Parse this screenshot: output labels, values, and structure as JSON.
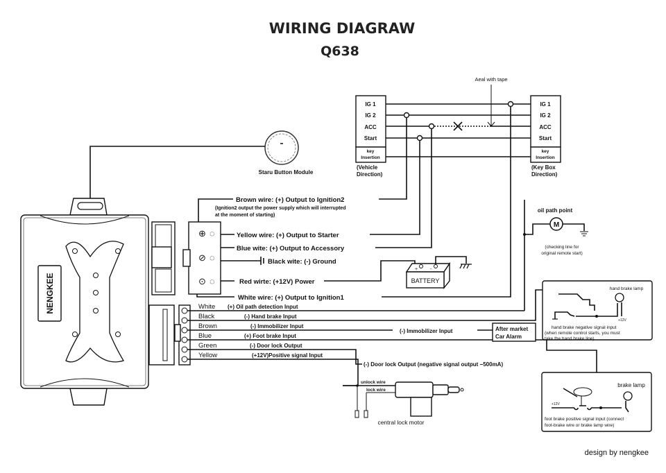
{
  "title": "WIRING   DIAGRAW",
  "model": "Q638",
  "credit": "design  by nengkee",
  "brand_label": "NENGKEE",
  "start_button": {
    "label": "Staru Button Module"
  },
  "ignition_switch": {
    "vehicle_side": {
      "terminals": [
        "IG 1",
        "IG 2",
        "ACC",
        "Start"
      ],
      "key_insertion": [
        "key",
        "Insertion"
      ],
      "caption": [
        "(Vehicle",
        "Direction)"
      ]
    },
    "key_box_side": {
      "terminals": [
        "IG 1",
        "IG 2",
        "ACC",
        "Start"
      ],
      "key_insertion": [
        "key",
        "Insertion"
      ],
      "caption": [
        "(Key Box",
        "Direction)"
      ]
    },
    "seal_note": "Aeal with tape"
  },
  "main_harness": [
    {
      "label": "Brown wire:  (+) Output to Ignition2",
      "note": [
        "(Ignition2 output the power supply which will interrupted",
        "at the moment of starting)"
      ]
    },
    {
      "label": "Yellow wire:  (+) Output to Starter"
    },
    {
      "label": "Blue wite:  (+) Output to Accessory"
    },
    {
      "label": "Black wite: (-) Ground"
    },
    {
      "label": "Red wirte:  (+12V) Power"
    },
    {
      "label": "White wire: (+) Output to Ignition1"
    }
  ],
  "battery": {
    "label": "BATTERY",
    "pos": "+",
    "neg": "-"
  },
  "oil_path": {
    "label": "oil path point",
    "motor": "M",
    "note": [
      "(checking line for",
      "original remote start)"
    ]
  },
  "aux_harness": [
    {
      "color": "White",
      "function": "(+) Oil path detection Input"
    },
    {
      "color": "Black",
      "function": "(-) Hand brake Input"
    },
    {
      "color": "Brown",
      "function": "(-) Immobilizer Input"
    },
    {
      "color": "Blue",
      "function": "(+) Foot brake Input"
    },
    {
      "color": "Green",
      "function": "(-) Door lock Output"
    },
    {
      "color": "Yellow",
      "function": "(+12V)Positive signal Input"
    }
  ],
  "immobilizer": {
    "label": "(-) Immobilizer Input",
    "alarm": [
      "After market",
      "Car Alarm"
    ]
  },
  "door_lock_output": "(-) Door lock Output (negative signal output −500mA)",
  "lock_motor": {
    "unlock": "unlock wire",
    "lock": "lock wire",
    "caption": "central lock motor"
  },
  "hand_brake": {
    "lamp": "hand brake lamp",
    "v": "+12V",
    "note": [
      "hand brake negative signal input",
      "(when remote control starts, you must",
      "take the hand brake line)"
    ]
  },
  "foot_brake": {
    "lamp": "brake lamp",
    "v": "+12V",
    "note": [
      "foot brake positive signal input (connect",
      "foot-brake wire or brake lamp wire)"
    ]
  }
}
